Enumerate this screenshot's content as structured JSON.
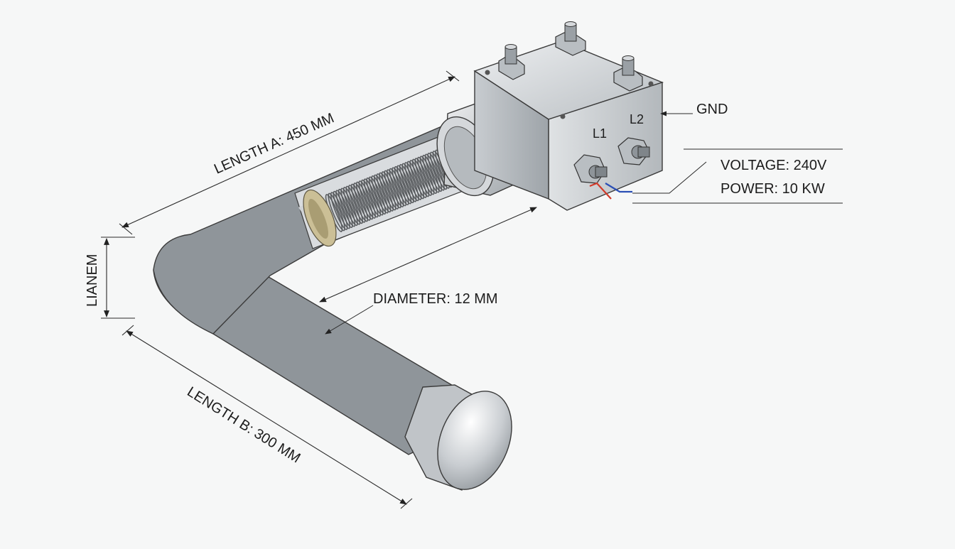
{
  "diagram": {
    "subject": "L-shaped tubular heating element with terminal box",
    "labels": {
      "length_a": "LENGTH A: 450 MM",
      "length_b": "LENGTH B: 300 MM",
      "diameter": "DIAMETER: 12 MM",
      "side_dim": "LIANEM",
      "gnd": "GND",
      "l1": "L1",
      "l2": "L2",
      "voltage": "VOLTAGE: 240V",
      "power": "POWER: 10 KW"
    },
    "colors": {
      "background": "#f6f7f7",
      "metal_light": "#e6e8ea",
      "metal_mid": "#bfc3c7",
      "metal_dark": "#8f959a",
      "coil": "#5a5d60",
      "insulator_ring": "#cbbf96",
      "wire_red": "#d13a2a",
      "wire_blue": "#2b4fb5",
      "dim_line": "#2a2a2a"
    }
  }
}
